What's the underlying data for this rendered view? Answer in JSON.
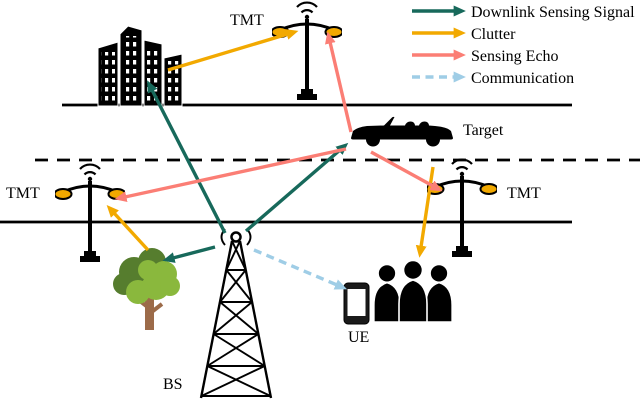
{
  "legend": {
    "items": [
      {
        "label": "Downlink Sensing Signal",
        "type": "downlink",
        "style": "solid"
      },
      {
        "label": "Clutter",
        "type": "clutter",
        "style": "solid"
      },
      {
        "label": "Sensing Echo",
        "type": "echo",
        "style": "solid"
      },
      {
        "label": "Communication",
        "type": "communication",
        "style": "dashed"
      }
    ]
  },
  "labels": {
    "tmt_top": "TMT",
    "tmt_left": "TMT",
    "tmt_right": "TMT",
    "target": "Target",
    "ue": "UE",
    "bs": "BS"
  },
  "colors": {
    "downlink": "#17695b",
    "clutter": "#f2a900",
    "echo": "#fb7e75",
    "communication": "#9fcde6",
    "lamp": "#f2a900",
    "tree_dark": "#567d2e",
    "tree_light": "#8ab83d",
    "trunk": "#9c6b49"
  },
  "icons": {
    "buildings": "city-buildings-icon",
    "lamp_top": "street-lamp-wifi-icon",
    "lamp_left": "street-lamp-wifi-icon",
    "lamp_right": "street-lamp-wifi-icon",
    "car": "car-target-icon",
    "tree": "tree-icon",
    "bs_tower": "base-station-tower-icon",
    "phone": "smartphone-icon",
    "people": "user-group-icon"
  },
  "connections": [
    {
      "from": "BS",
      "to": "buildings",
      "type": "downlink"
    },
    {
      "from": "BS",
      "to": "target-car",
      "type": "downlink"
    },
    {
      "from": "BS",
      "to": "tree",
      "type": "downlink"
    },
    {
      "from": "buildings",
      "to": "TMT-top",
      "type": "clutter"
    },
    {
      "from": "tree",
      "to": "TMT-left",
      "type": "clutter"
    },
    {
      "from": "people",
      "to": "TMT-right",
      "type": "clutter"
    },
    {
      "from": "target-car",
      "to": "TMT-top",
      "type": "echo"
    },
    {
      "from": "target-car",
      "to": "TMT-left",
      "type": "echo"
    },
    {
      "from": "target-car",
      "to": "TMT-right",
      "type": "echo"
    },
    {
      "from": "BS",
      "to": "UE",
      "type": "communication"
    }
  ]
}
